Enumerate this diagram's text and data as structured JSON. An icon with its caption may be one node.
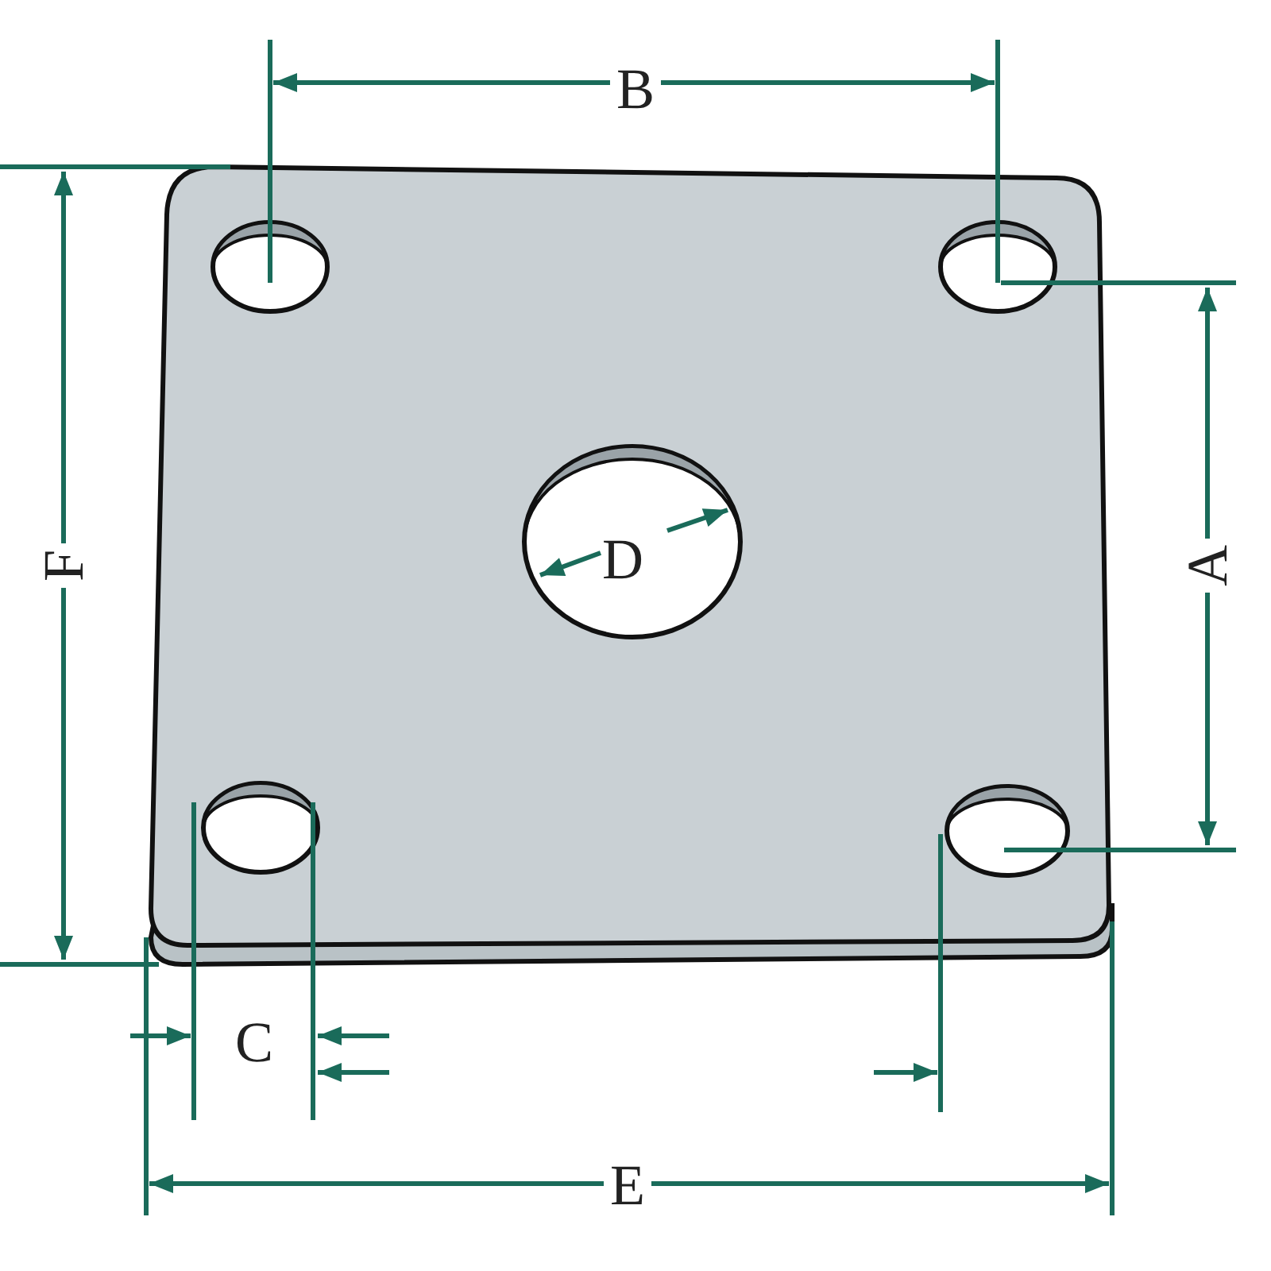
{
  "diagram": {
    "labels": [
      "B",
      "F",
      "D",
      "A",
      "C",
      "E"
    ]
  }
}
